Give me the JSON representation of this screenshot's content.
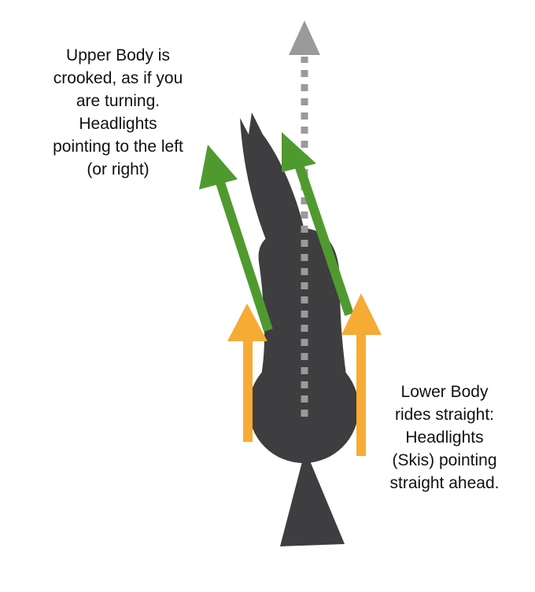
{
  "upper_body_caption": {
    "lines": [
      "Upper Body is",
      "crooked, as if you",
      "are turning.",
      "Headlights",
      "pointing to the left",
      "(or right)"
    ]
  },
  "lower_body_caption": {
    "lines": [
      "Lower Body",
      "rides straight:",
      "Headlights",
      "(Skis) pointing",
      "straight ahead."
    ]
  },
  "colors": {
    "skier_body": "#3e3d3f",
    "upper_body_arrows": "#4f9a2f",
    "lower_body_arrows": "#f6ab35",
    "centerline": "#9a9a9a",
    "text": "#111111"
  }
}
